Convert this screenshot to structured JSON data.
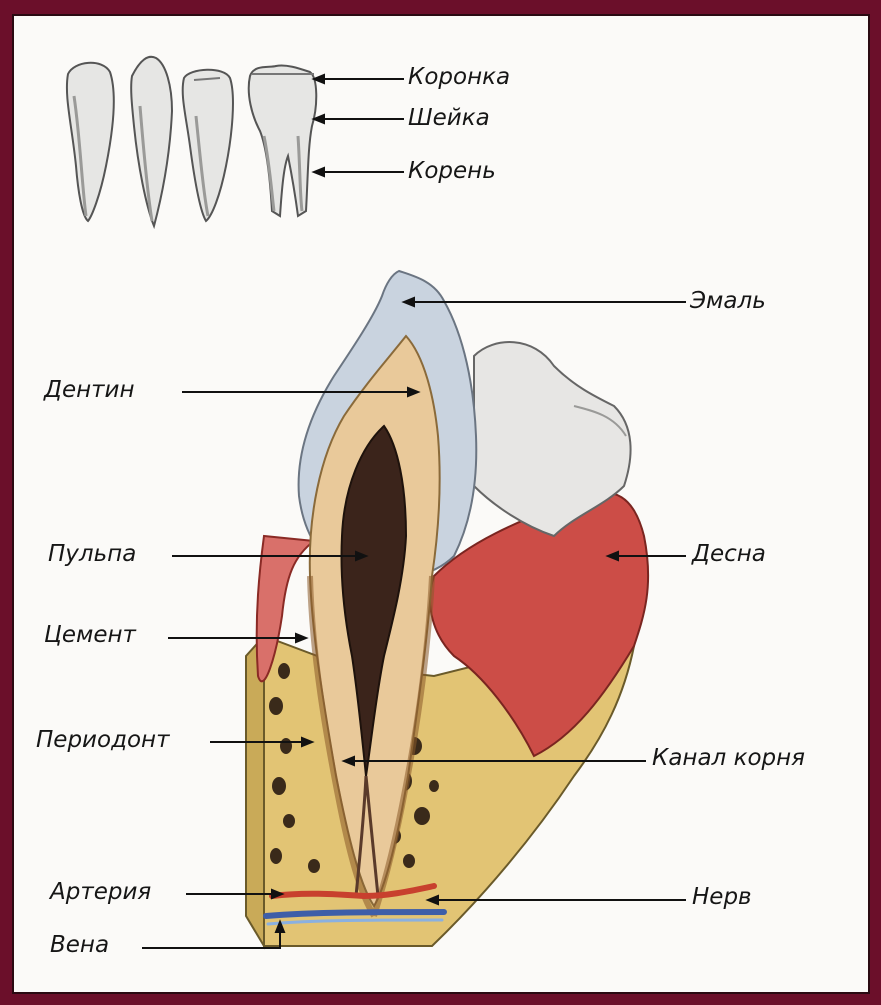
{
  "diagram": {
    "small_teeth_labels": {
      "crown": "Коронка",
      "neck": "Шейка",
      "root": "Корень"
    },
    "section_labels": {
      "enamel": "Эмаль",
      "dentin": "Дентин",
      "pulp": "Пульпа",
      "gum": "Десна",
      "cement": "Цемент",
      "periodont": "Периодонт",
      "root_canal": "Канал корня",
      "artery": "Артерия",
      "nerve": "Нерв",
      "vein": "Вена"
    }
  },
  "colors": {
    "page_border": "#6b0f2a",
    "enamel": "#c9d3df",
    "dentin": "#e9c99a",
    "pulp": "#3b241b",
    "gum": "#cc4d47",
    "bone": "#e2c474",
    "artery": "#c8402e",
    "vein": "#3e5ea8"
  }
}
